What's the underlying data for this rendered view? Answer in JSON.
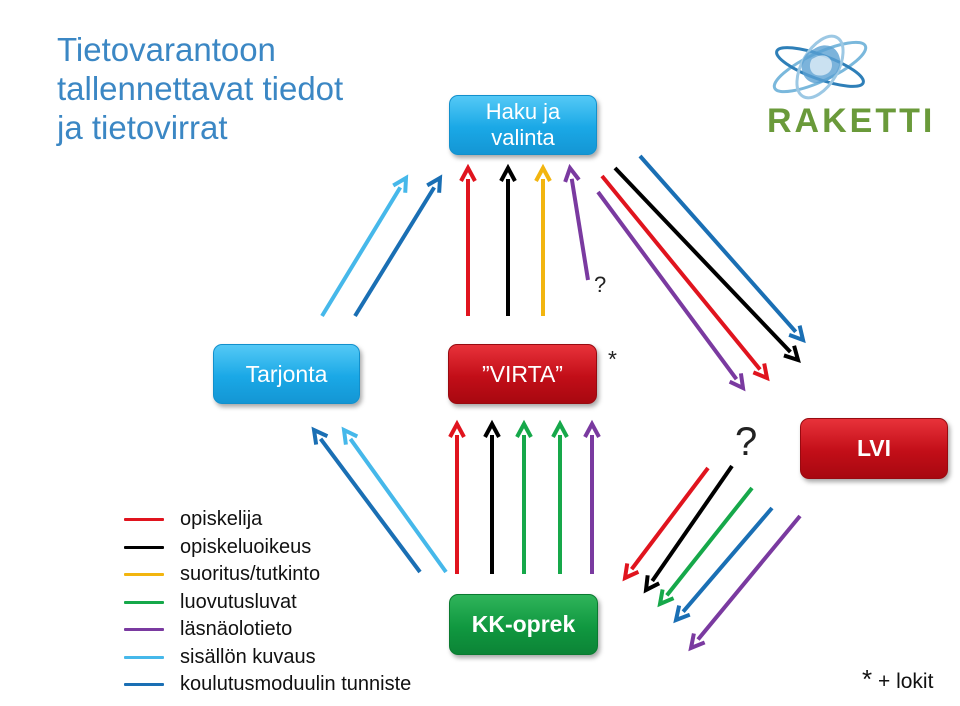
{
  "title": {
    "line1": "Tietovarantoon",
    "line2": "tallennettavat tiedot",
    "line3": "ja tietovirrat"
  },
  "logo": {
    "text": "RAKETTI"
  },
  "boxes": {
    "haku": {
      "line1": "Haku ja",
      "line2": "valinta"
    },
    "tarjonta": "Tarjonta",
    "virta": "”VIRTA”",
    "lvi": "LVI",
    "kk": "KK-oprek"
  },
  "marks": {
    "q_top": "?",
    "q_right": "?",
    "star": "*"
  },
  "footer": {
    "star": "*",
    "text": "+ lokit"
  },
  "colors": {
    "red": "#e0141e",
    "black": "#000000",
    "yellow": "#f2b50f",
    "green": "#16a84a",
    "purple": "#7a3aa0",
    "light_blue": "#46b8ea",
    "dark_blue": "#1a6fb4"
  },
  "legend": [
    {
      "label": "opiskelija",
      "color": "#e0141e"
    },
    {
      "label": "opiskeluoikeus",
      "color": "#000000"
    },
    {
      "label": "suoritus/tutkinto",
      "color": "#f2b50f"
    },
    {
      "label": "luovutusluvat",
      "color": "#16a84a"
    },
    {
      "label": "läsnäolotieto",
      "color": "#7a3aa0"
    },
    {
      "label": "sisällön kuvaus",
      "color": "#46b8ea"
    },
    {
      "label": "koulutusmoduulin tunniste",
      "color": "#1a6fb4"
    }
  ]
}
